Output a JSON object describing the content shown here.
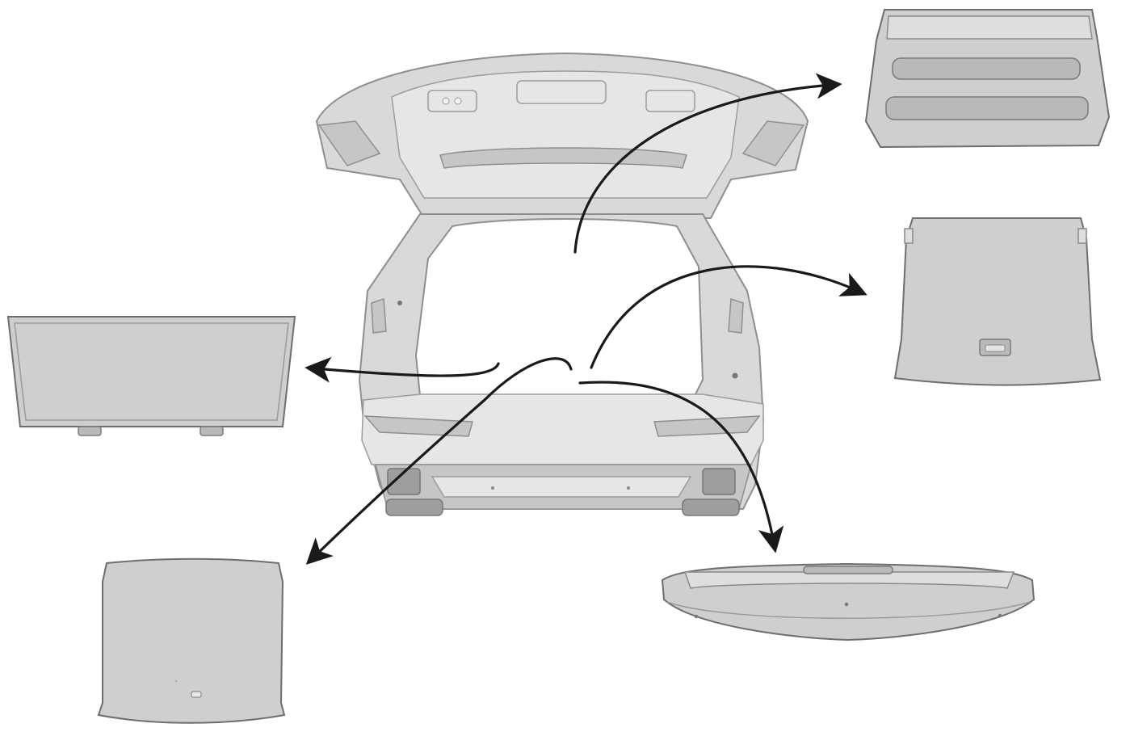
{
  "illustration": {
    "subject": "car-cargo-compartment",
    "parts": [
      {
        "id": "cargo-cover",
        "icon": "cargo-cover-shape"
      },
      {
        "id": "floor-panel-right",
        "icon": "floor-panel-shape"
      },
      {
        "id": "load-sill-panel",
        "icon": "sill-panel-shape"
      },
      {
        "id": "floor-panel-left",
        "icon": "floor-panel-shape"
      },
      {
        "id": "partition-panel",
        "icon": "panel-shape"
      }
    ],
    "colors": {
      "part_fill": "#cfcfcf",
      "outline": "#6e6e6e",
      "arrow": "#1a1a1a",
      "background": "#ffffff"
    }
  }
}
